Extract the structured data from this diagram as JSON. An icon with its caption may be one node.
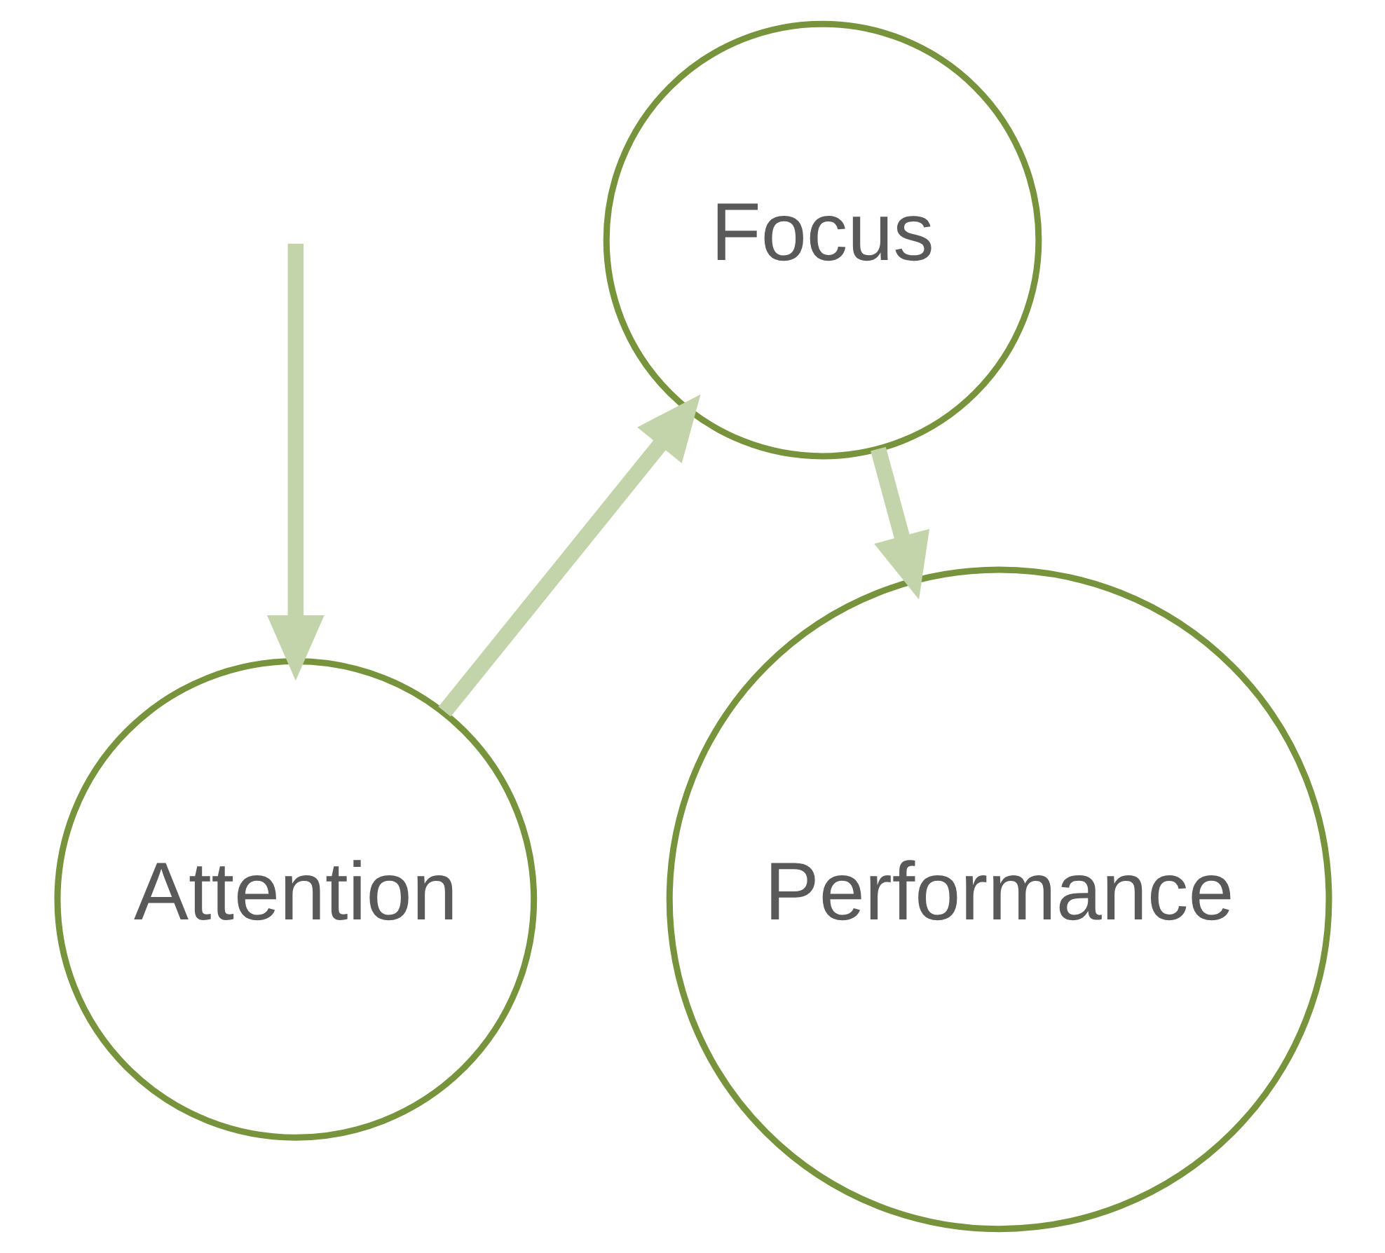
{
  "diagram": {
    "nodes": [
      {
        "text": [
          "Focus"
        ]
      },
      {
        "text": [
          "Attention"
        ]
      },
      {
        "text": [
          "Performance"
        ]
      }
    ],
    "edges": [
      {
        "from": 1,
        "to": 0,
        "arrow": "to"
      },
      {
        "from": null,
        "to": 1,
        "arrow": "to"
      },
      {
        "from": 0,
        "to": 2,
        "arrow": "to"
      }
    ]
  }
}
